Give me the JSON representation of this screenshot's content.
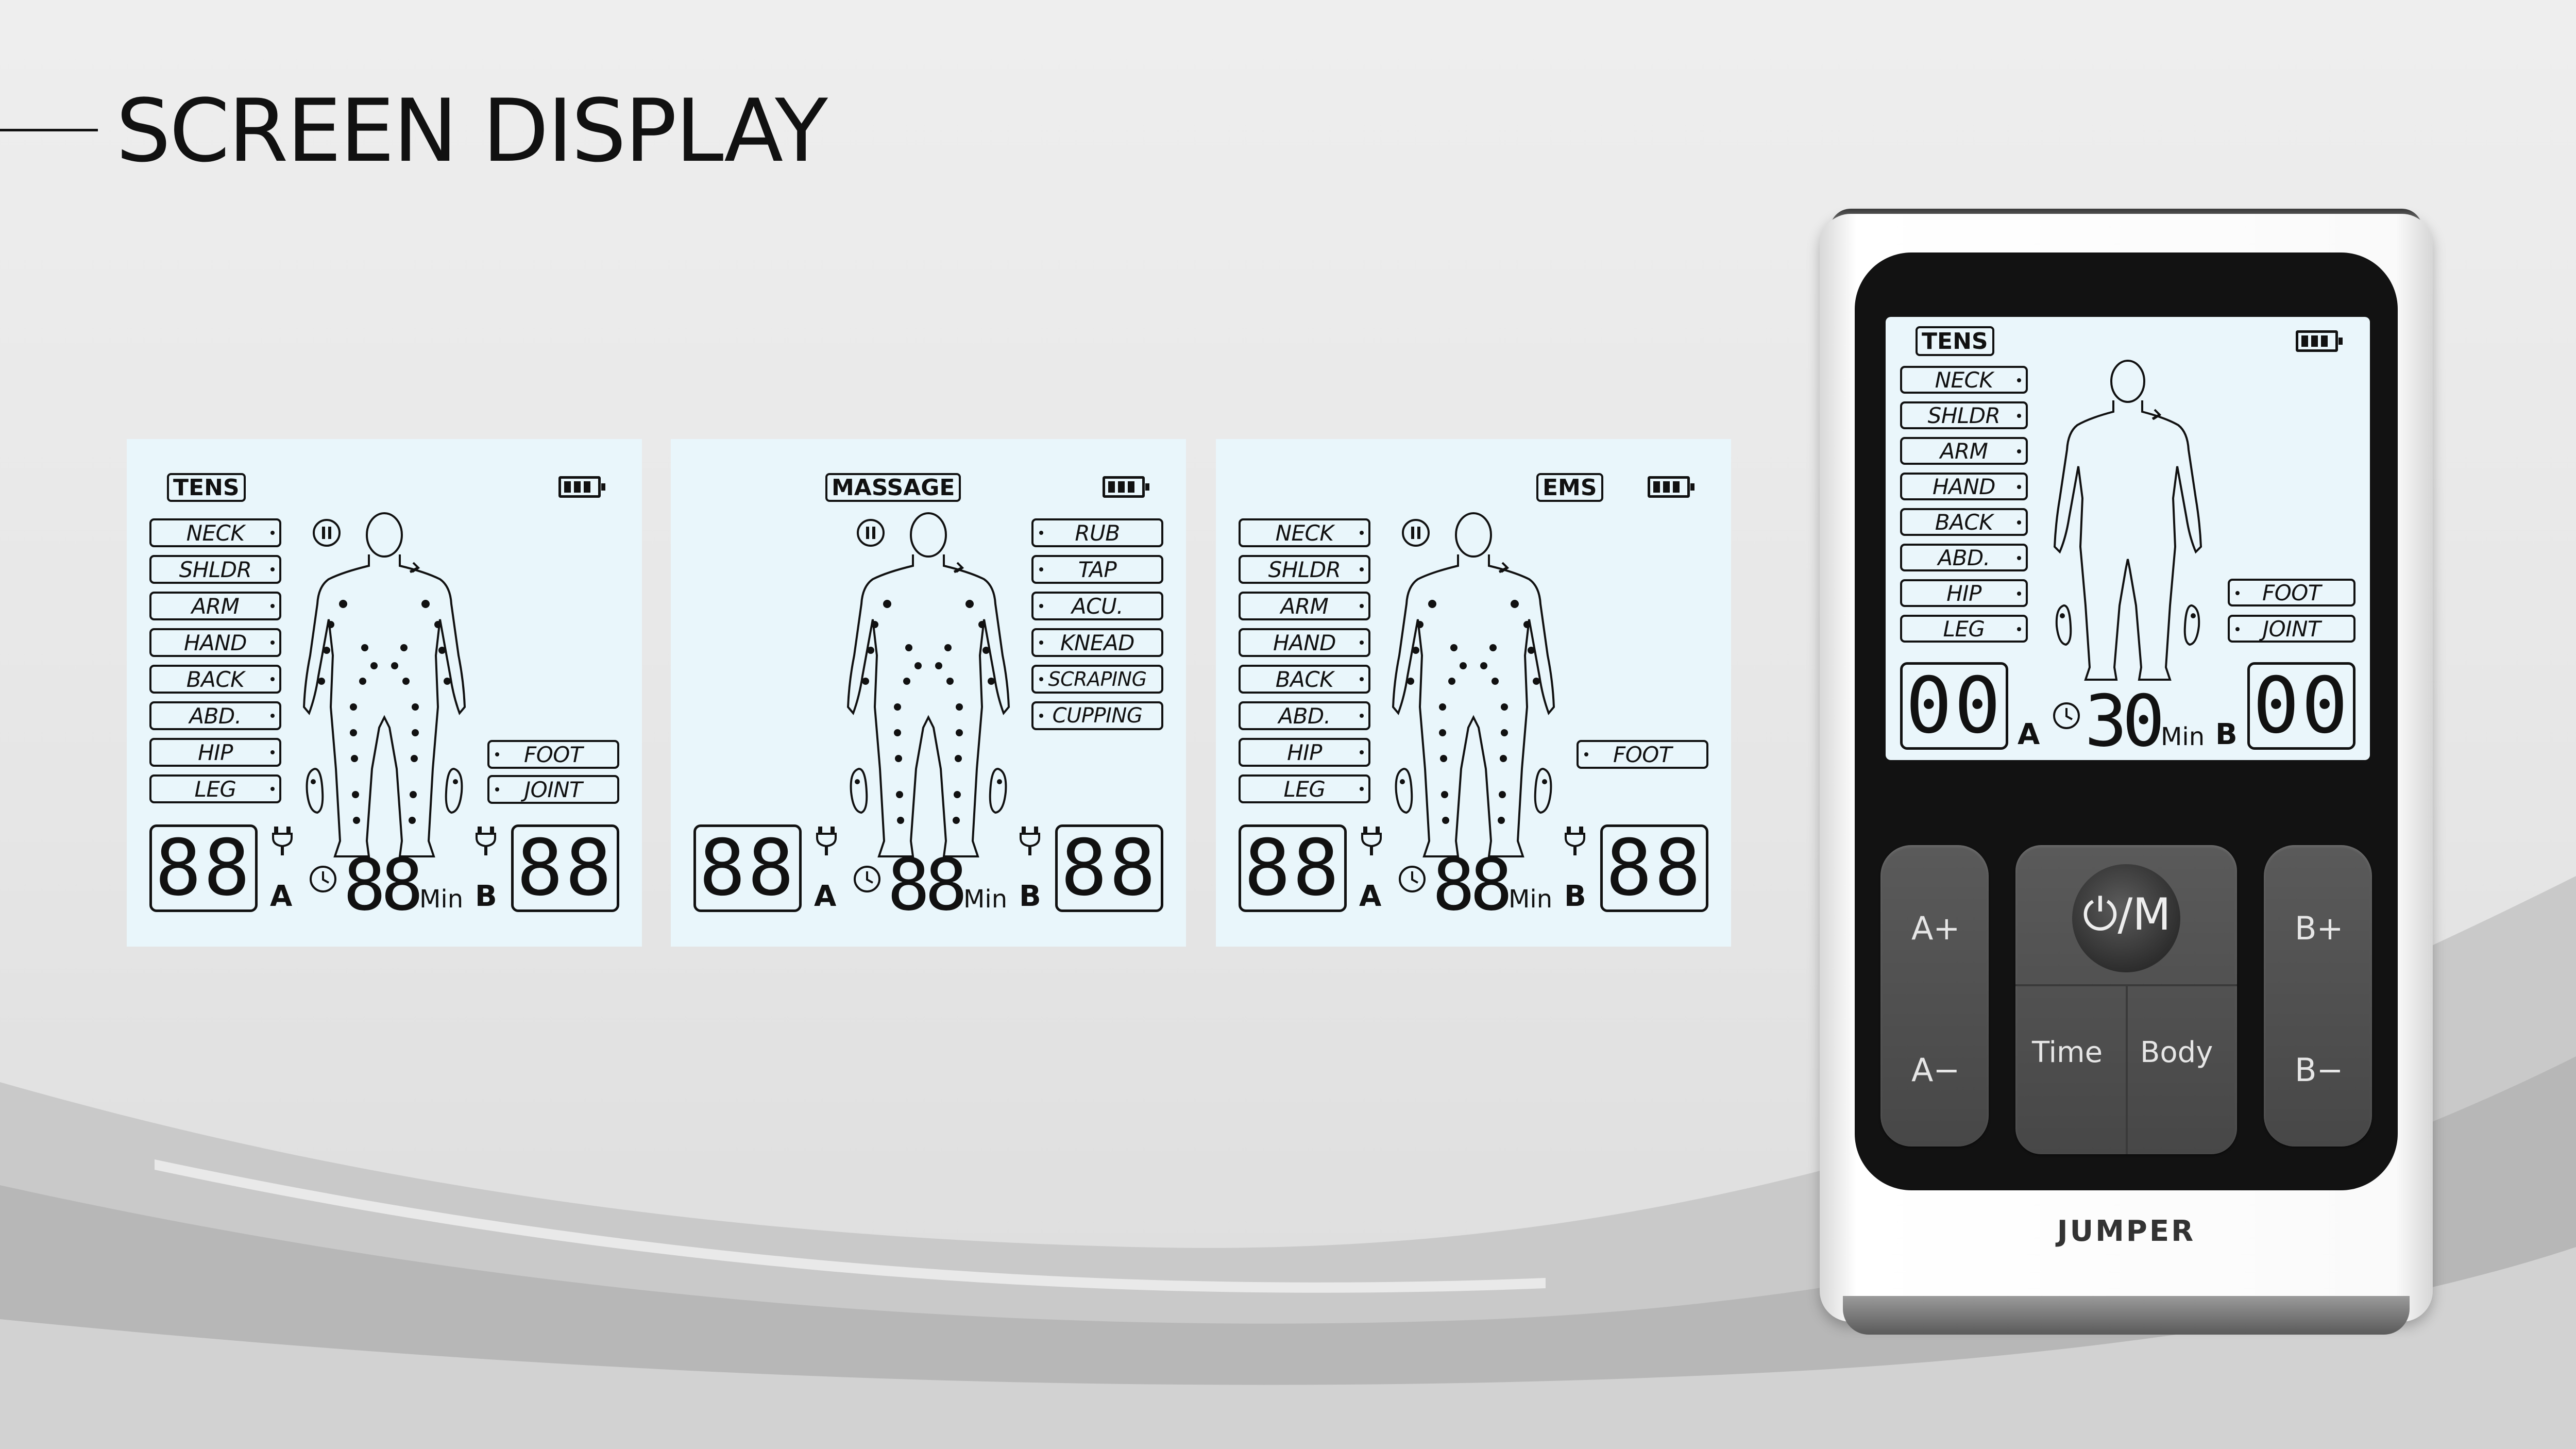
{
  "page": {
    "title": "SCREEN DISPLAY"
  },
  "panels": [
    {
      "mode": "TENS",
      "left_labels": [
        "NECK",
        "SHLDR",
        "ARM",
        "HAND",
        "BACK",
        "ABD.",
        "HIP",
        "LEG"
      ],
      "right_labels": [
        "FOOT",
        "JOINT"
      ],
      "channel_a_value": "88",
      "channel_b_value": "88",
      "timer_value": "88",
      "timer_unit": "Min",
      "channel_a_letter": "A",
      "channel_b_letter": "B"
    },
    {
      "mode": "MASSAGE",
      "left_labels": [],
      "right_labels": [
        "RUB",
        "TAP",
        "ACU.",
        "KNEAD",
        "SCRAPING",
        "CUPPING"
      ],
      "channel_a_value": "88",
      "channel_b_value": "88",
      "timer_value": "88",
      "timer_unit": "Min",
      "channel_a_letter": "A",
      "channel_b_letter": "B"
    },
    {
      "mode": "EMS",
      "left_labels": [
        "NECK",
        "SHLDR",
        "ARM",
        "HAND",
        "BACK",
        "ABD.",
        "HIP",
        "LEG"
      ],
      "right_labels": [
        "FOOT"
      ],
      "channel_a_value": "88",
      "channel_b_value": "88",
      "timer_value": "88",
      "timer_unit": "Min",
      "channel_a_letter": "A",
      "channel_b_letter": "B"
    }
  ],
  "device": {
    "brand": "JUMPER",
    "screen": {
      "mode": "TENS",
      "left_labels": [
        "NECK",
        "SHLDR",
        "ARM",
        "HAND",
        "BACK",
        "ABD.",
        "HIP",
        "LEG"
      ],
      "right_labels": [
        "FOOT",
        "JOINT"
      ],
      "channel_a_value": "00",
      "channel_b_value": "00",
      "timer_value": "30",
      "timer_unit": "Min",
      "channel_a_letter": "A",
      "channel_b_letter": "B"
    },
    "buttons": {
      "a_plus": "A+",
      "a_minus": "A−",
      "b_plus": "B+",
      "b_minus": "B−",
      "power": "⏻/M",
      "time": "Time",
      "body": "Body"
    }
  },
  "colors": {
    "lcd_background": "#e9f6fb",
    "segment_ink": "#111111",
    "device_face": "#121212",
    "button": "#505050"
  }
}
